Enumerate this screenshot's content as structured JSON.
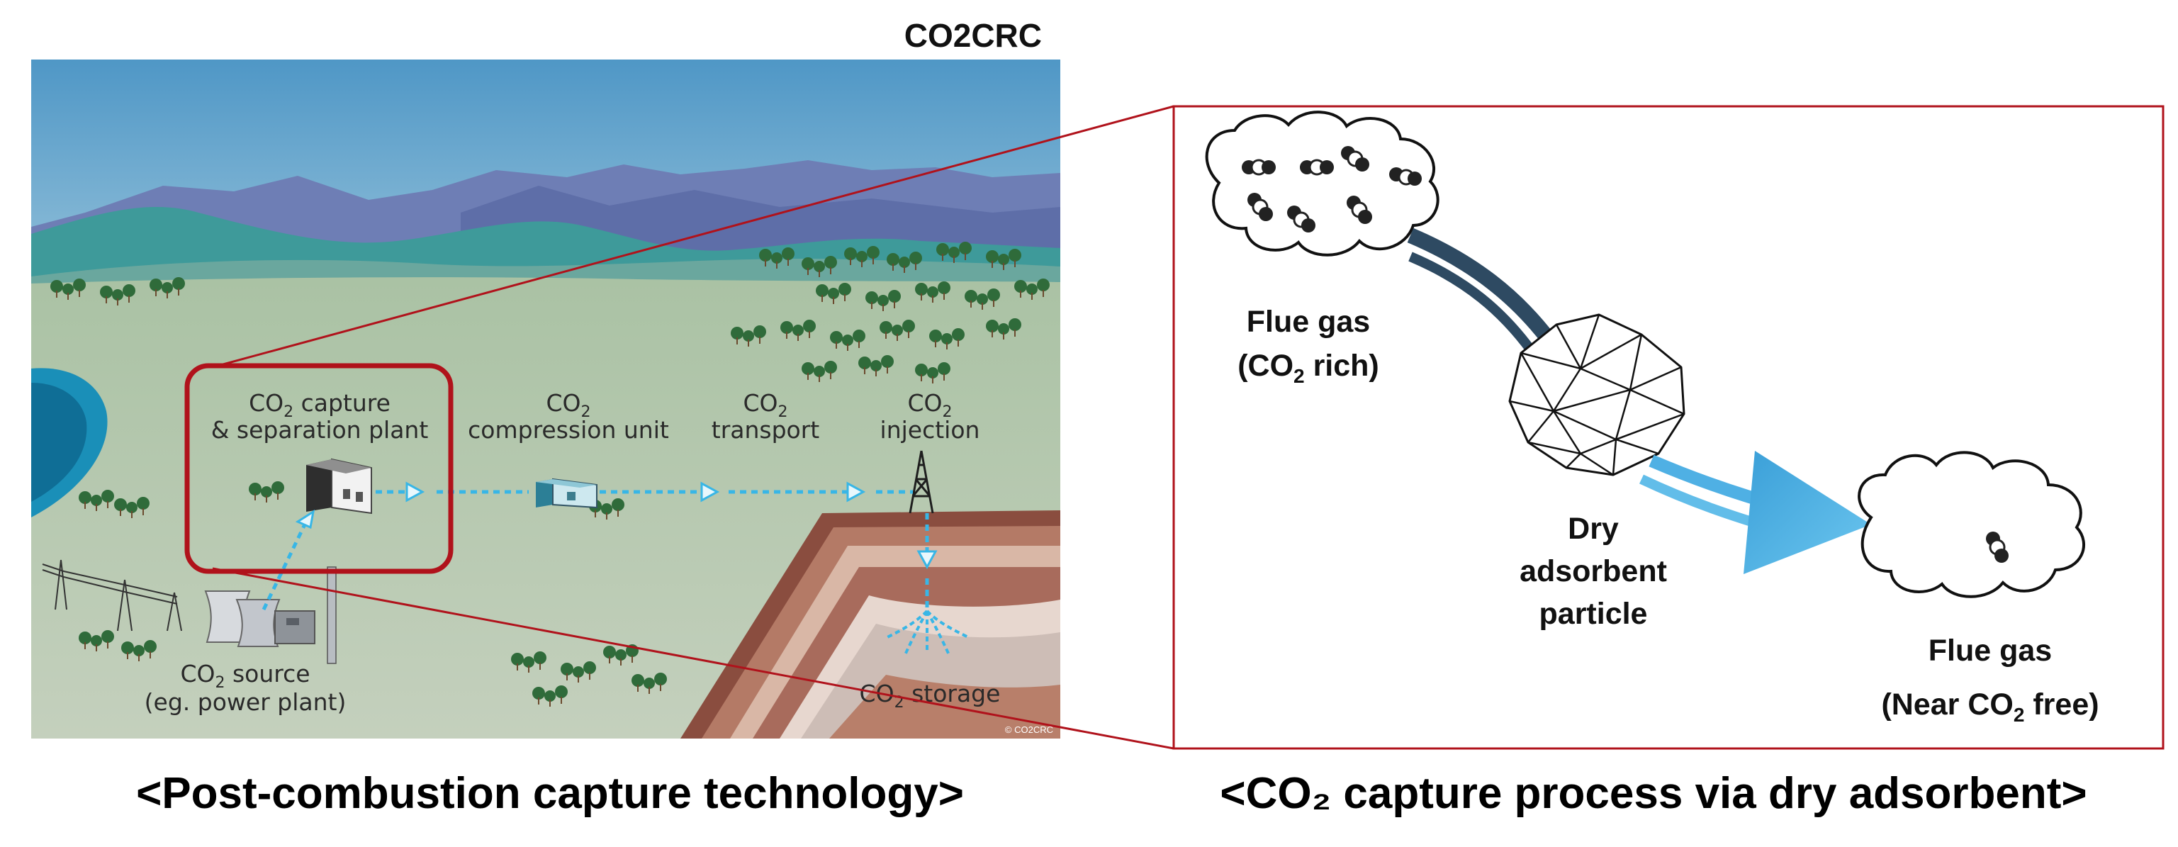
{
  "credit": "CO2CRC",
  "copyright_mark": "© CO2CRC",
  "scene": {
    "capture_plant": {
      "line1_pre": "CO",
      "line1_sub": "2",
      "line1_post": " capture",
      "line2": "& separation plant"
    },
    "compression": {
      "line1_pre": "CO",
      "line1_sub": "2",
      "line2": "compression unit"
    },
    "transport": {
      "line1_pre": "CO",
      "line1_sub": "2",
      "line2": "transport"
    },
    "injection": {
      "line1_pre": "CO",
      "line1_sub": "2",
      "line2": "injection"
    },
    "source": {
      "line1_pre": "CO",
      "line1_sub": "2",
      "line1_post": " source",
      "line2": "(eg. power plant)"
    },
    "storage": {
      "pre": "CO",
      "sub": "2",
      "post": " storage"
    }
  },
  "process": {
    "flue_rich": {
      "line1": "Flue gas",
      "line2_pre": "(CO",
      "line2_sub": "2",
      "line2_post": " rich)"
    },
    "particle": {
      "line1": "Dry",
      "line2": "adsorbent",
      "line3": "particle"
    },
    "flue_free": {
      "line1": "Flue gas",
      "line2_pre": "(Near CO",
      "line2_sub": "2",
      "line2_post": " free)"
    }
  },
  "captions": {
    "left": "<Post-combustion capture technology>",
    "right": "<CO₂ capture process via dry adsorbent>"
  },
  "colors": {
    "highlight_frame": "#b0121b",
    "flow_arrow": "#38b6e6",
    "sky_top": "#4f97c6",
    "ground": "#b9c9b0",
    "mountain_far": "#6e7eb5",
    "hill_near": "#3e9a9a",
    "arrow_dark": "#2e4a62",
    "arrow_light": "#4fb0e4"
  }
}
